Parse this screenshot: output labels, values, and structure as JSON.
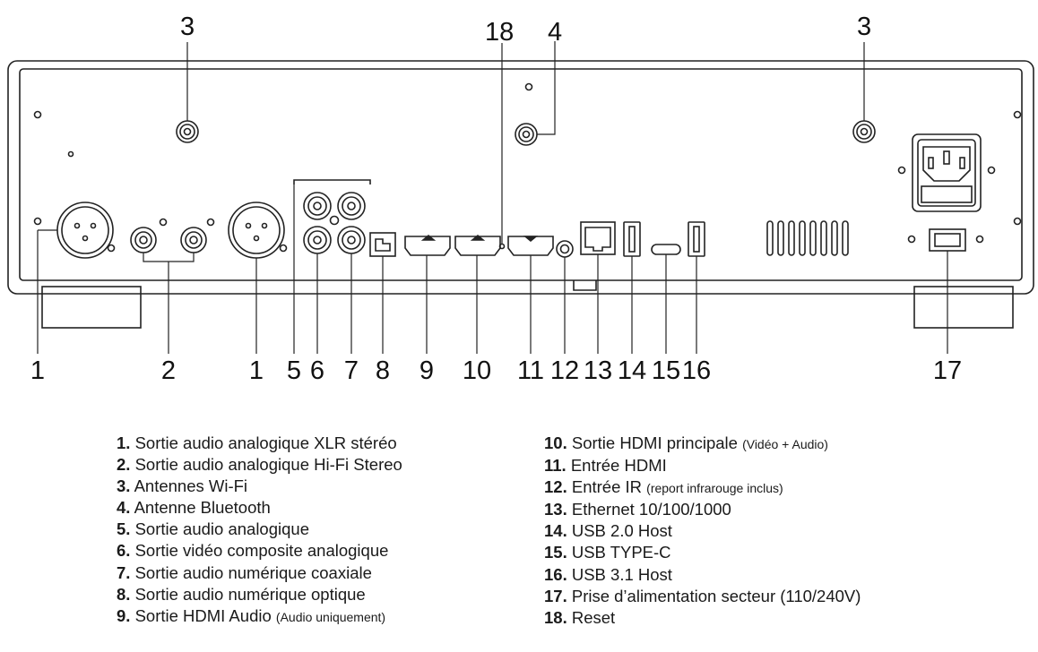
{
  "callout_numbers": {
    "top_left_antenna": "3",
    "top_bt_antenna": "4",
    "top_reset": "18",
    "top_right_antenna": "3",
    "bottom": [
      "1",
      "2",
      "1",
      "5",
      "6",
      "7",
      "8",
      "9",
      "10",
      "11",
      "12",
      "13",
      "14",
      "15",
      "16",
      "17"
    ]
  },
  "legend": {
    "left": [
      {
        "num": "1.",
        "label": "Sortie audio analogique XLR stéréo",
        "note": ""
      },
      {
        "num": "2.",
        "label": "Sortie audio analogique Hi-Fi Stereo",
        "note": ""
      },
      {
        "num": "3.",
        "label": "Antennes Wi-Fi",
        "note": ""
      },
      {
        "num": "4.",
        "label": "Antenne Bluetooth",
        "note": ""
      },
      {
        "num": "5.",
        "label": "Sortie audio analogique",
        "note": ""
      },
      {
        "num": "6.",
        "label": "Sortie vidéo composite analogique",
        "note": ""
      },
      {
        "num": "7.",
        "label": "Sortie audio numérique coaxiale",
        "note": ""
      },
      {
        "num": "8.",
        "label": "Sortie audio numérique optique",
        "note": ""
      },
      {
        "num": "9.",
        "label": "Sortie HDMI Audio",
        "note": "(Audio uniquement)"
      }
    ],
    "right": [
      {
        "num": "10.",
        "label": "Sortie HDMI principale",
        "note": "(Vidéo + Audio)"
      },
      {
        "num": "11.",
        "label": "Entrée HDMI",
        "note": ""
      },
      {
        "num": "12.",
        "label": "Entrée IR",
        "note": "(report infrarouge inclus)"
      },
      {
        "num": "13.",
        "label": "Ethernet 10/100/1000",
        "note": ""
      },
      {
        "num": "14.",
        "label": "USB 2.0 Host",
        "note": ""
      },
      {
        "num": "15.",
        "label": "USB TYPE-C",
        "note": ""
      },
      {
        "num": "16.",
        "label": "USB 3.1 Host",
        "note": ""
      },
      {
        "num": "17.",
        "label": "Prise d’alimentation secteur (110/240V)",
        "note": ""
      },
      {
        "num": "18.",
        "label": "Reset",
        "note": ""
      }
    ]
  },
  "colors": {
    "line": "#222222",
    "background": "#ffffff"
  }
}
